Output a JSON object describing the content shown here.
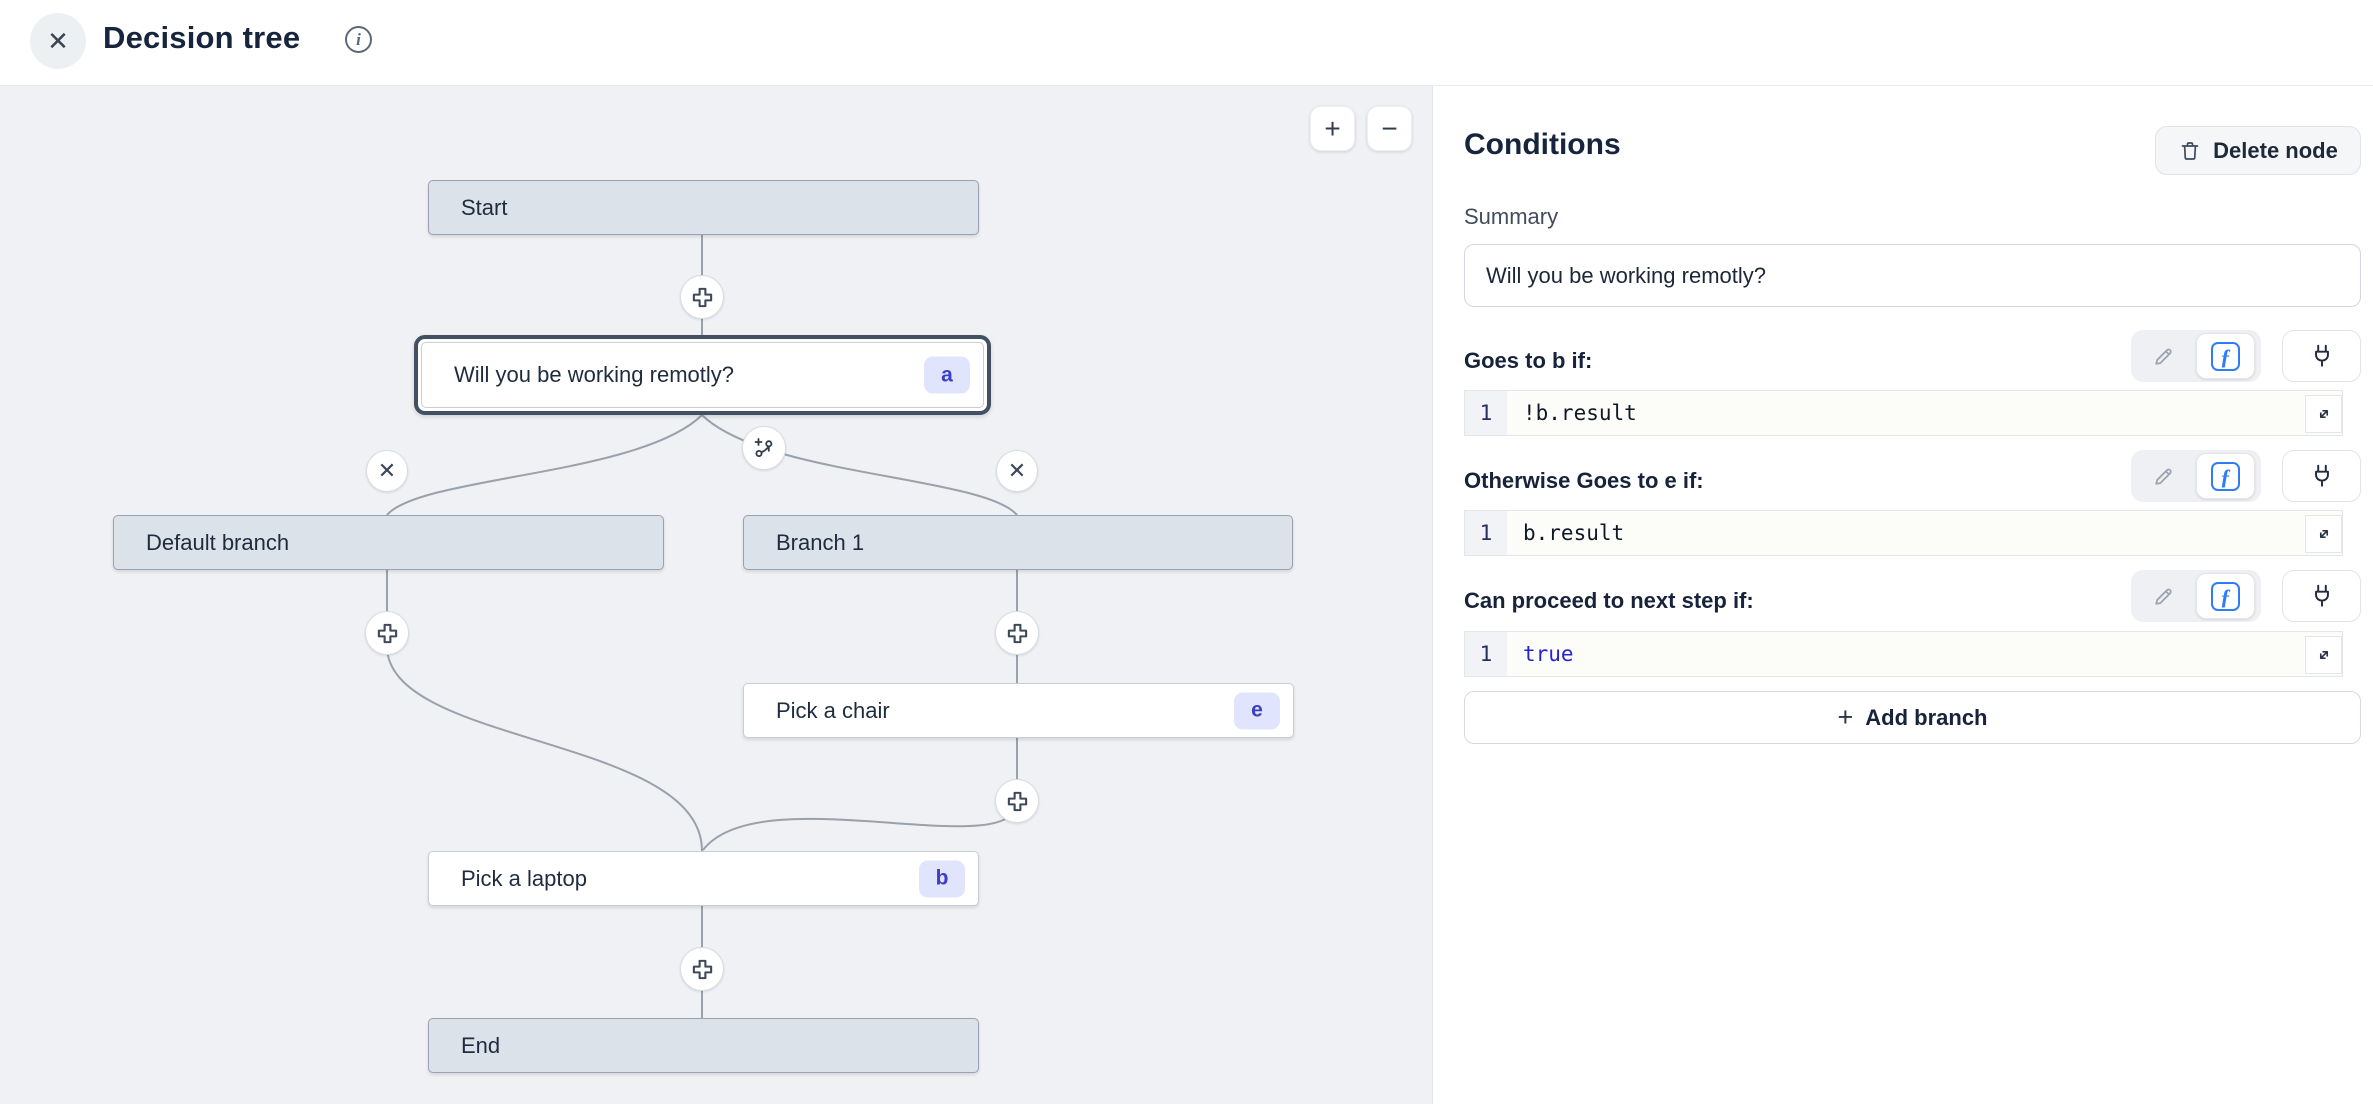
{
  "header": {
    "title": "Decision tree"
  },
  "icons": {
    "close": "✕",
    "info": "i",
    "zoom_in": "+",
    "zoom_out": "−",
    "remove": "✕",
    "fx": "ƒ",
    "add": "+"
  },
  "canvas": {
    "nodes": [
      {
        "label": "Start"
      },
      {
        "label": "Will you be working remotly?",
        "badge": "a"
      },
      {
        "label": "Default branch"
      },
      {
        "label": "Branch 1"
      },
      {
        "label": "Pick a chair",
        "badge": "e"
      },
      {
        "label": "Pick a laptop",
        "badge": "b"
      },
      {
        "label": "End"
      }
    ]
  },
  "panel": {
    "title": "Conditions",
    "delete_button_label": "Delete node",
    "summary_label": "Summary",
    "summary_value": "Will you be working remotly?",
    "conditions": [
      {
        "label": "Goes to b if:",
        "line_number": "1",
        "code": "!b.result"
      },
      {
        "label": "Otherwise Goes to e if:",
        "line_number": "1",
        "code": "b.result"
      },
      {
        "label": "Can proceed to next step if:",
        "line_number": "1",
        "code": "true"
      }
    ],
    "add_branch_label": "Add branch"
  },
  "colors": {
    "accent_blue": "#2f7cf6",
    "badge_bg": "#e0e4fc",
    "badge_text": "#3d3ec0",
    "keyword_blue": "#2424d0",
    "node_fill": "#dbe2ea",
    "canvas_bg": "#eff1f4",
    "selected_border": "#425061"
  }
}
